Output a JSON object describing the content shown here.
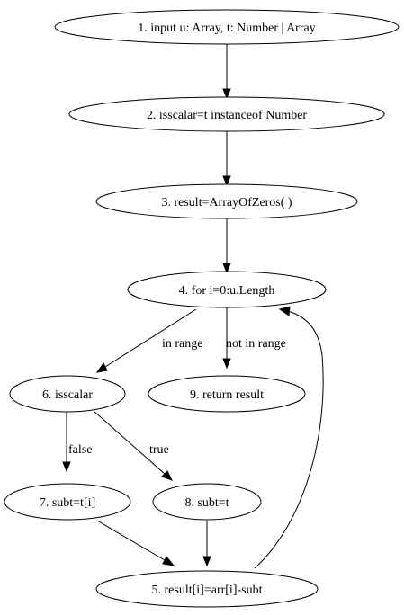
{
  "diagram": {
    "nodes": {
      "n1": "1. input u: Array, t: Number | Array",
      "n2": "2. isscalar=t instanceof Number",
      "n3": "3. result=ArrayOfZeros( )",
      "n4": "4. for i=0:u.Length",
      "n5": "5. result[i]=arr[i]-subt",
      "n6": "6. isscalar",
      "n7": "7. subt=t[i]",
      "n8": "8. subt=t",
      "n9": "9. return result"
    },
    "edges": [
      {
        "from": "n1",
        "to": "n2",
        "label": ""
      },
      {
        "from": "n2",
        "to": "n3",
        "label": ""
      },
      {
        "from": "n3",
        "to": "n4",
        "label": ""
      },
      {
        "from": "n4",
        "to": "n6",
        "label": "in range"
      },
      {
        "from": "n4",
        "to": "n9",
        "label": "not in range"
      },
      {
        "from": "n6",
        "to": "n7",
        "label": "false"
      },
      {
        "from": "n6",
        "to": "n8",
        "label": "true"
      },
      {
        "from": "n7",
        "to": "n5",
        "label": ""
      },
      {
        "from": "n8",
        "to": "n5",
        "label": ""
      },
      {
        "from": "n5",
        "to": "n4",
        "label": ""
      }
    ]
  }
}
